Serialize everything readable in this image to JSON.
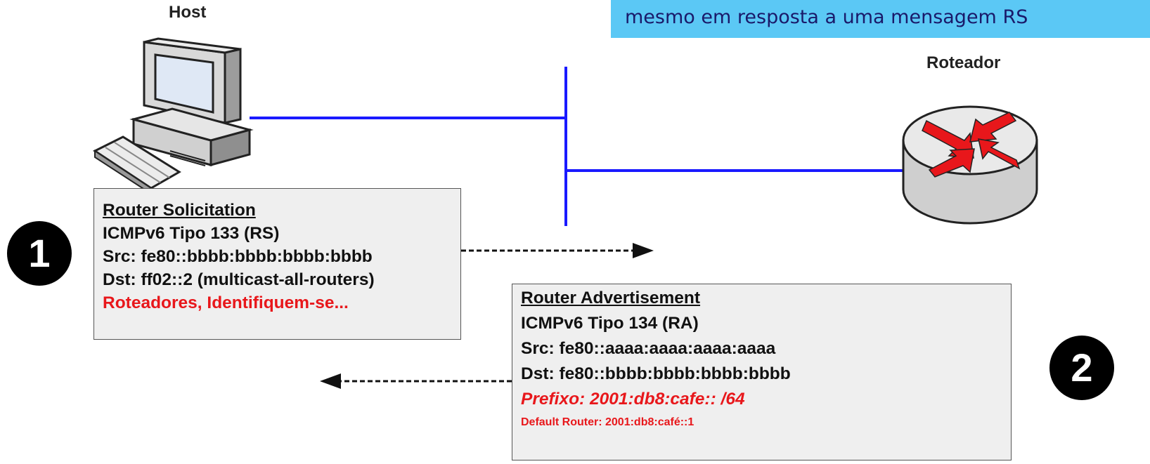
{
  "callout_text": "mesmo em resposta a uma mensagem RS",
  "host_label": "Host",
  "router_label": "Roteador",
  "steps": [
    "1",
    "2"
  ],
  "rs_box": {
    "title": "Router Solicitation",
    "lines": [
      "ICMPv6 Tipo 133 (RS)",
      "Src: fe80::bbbb:bbbb:bbbb:bbbb",
      "Dst: ff02::2 (multicast-all-routers)"
    ],
    "highlight": "Roteadores, Identifiquem-se..."
  },
  "ra_box": {
    "title": "Router Advertisement",
    "lines": [
      "ICMPv6 Tipo 134 (RA)",
      "Src: fe80::aaaa:aaaa:aaaa:aaaa",
      "Dst: fe80::bbbb:bbbb:bbbb:bbbb"
    ],
    "prefix": "Prefixo: 2001:db8:cafe:: /64",
    "default_router": "Default Router: 2001:db8:café::1"
  },
  "colors": {
    "link": "#1a1aff",
    "callout": "#5bc8f5",
    "highlight": "#e8171b"
  }
}
